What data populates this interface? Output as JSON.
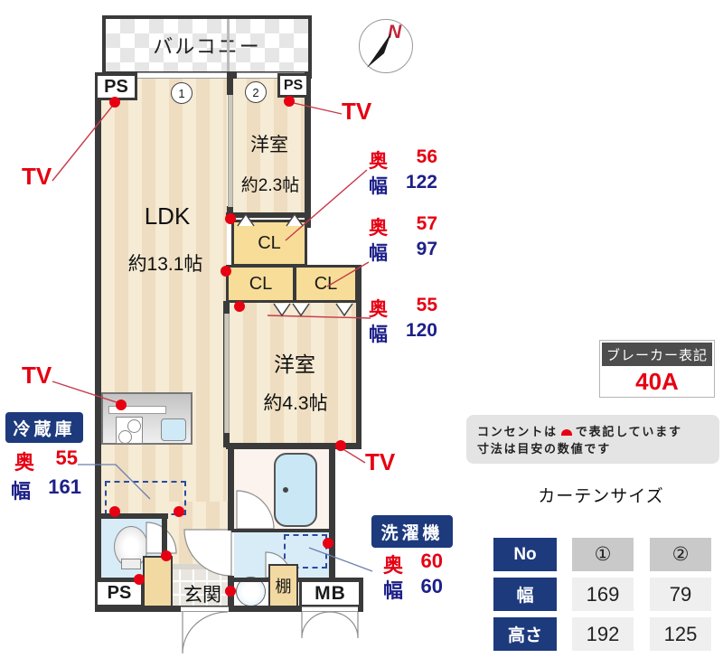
{
  "colors": {
    "red": "#e60012",
    "blue": "#1d2088",
    "navy": "#1d3a7d",
    "wall": "#3a3a3a"
  },
  "plan": {
    "balcony_label": "バルコニー",
    "compass_n": "N",
    "ps_label": "PS",
    "window_1": "1",
    "window_2": "2",
    "ldk": {
      "name": "LDK",
      "size": "約13.1帖"
    },
    "room_small": {
      "name": "洋室",
      "size": "約2.3帖"
    },
    "room_large": {
      "name": "洋室",
      "size": "約4.3帖"
    },
    "cl_label": "CL",
    "genkan_label": "玄関",
    "shelf_label": "棚",
    "mb_label": "MB"
  },
  "labels": {
    "tv": "TV",
    "depth": "奥",
    "width": "幅"
  },
  "measurements": {
    "closet_top": {
      "depth": "56",
      "width": "122"
    },
    "closet_mid": {
      "depth": "57",
      "width": "97"
    },
    "closet_low": {
      "depth": "55",
      "width": "120"
    },
    "fridge": {
      "label": "冷蔵庫",
      "depth": "55",
      "width": "161"
    },
    "washer": {
      "label": "洗濯機",
      "depth": "60",
      "width": "60"
    }
  },
  "breaker": {
    "title": "ブレーカー表記",
    "value": "40A"
  },
  "notes": {
    "line1_pre": "コンセントは",
    "line1_post": "で表記しています",
    "line2": "寸法は目安の数値です"
  },
  "curtain": {
    "title": "カーテンサイズ",
    "row_headers": [
      "No",
      "幅",
      "高さ"
    ],
    "columns": [
      {
        "no": "①",
        "width": "169",
        "height": "192"
      },
      {
        "no": "②",
        "width": "79",
        "height": "125"
      }
    ]
  }
}
